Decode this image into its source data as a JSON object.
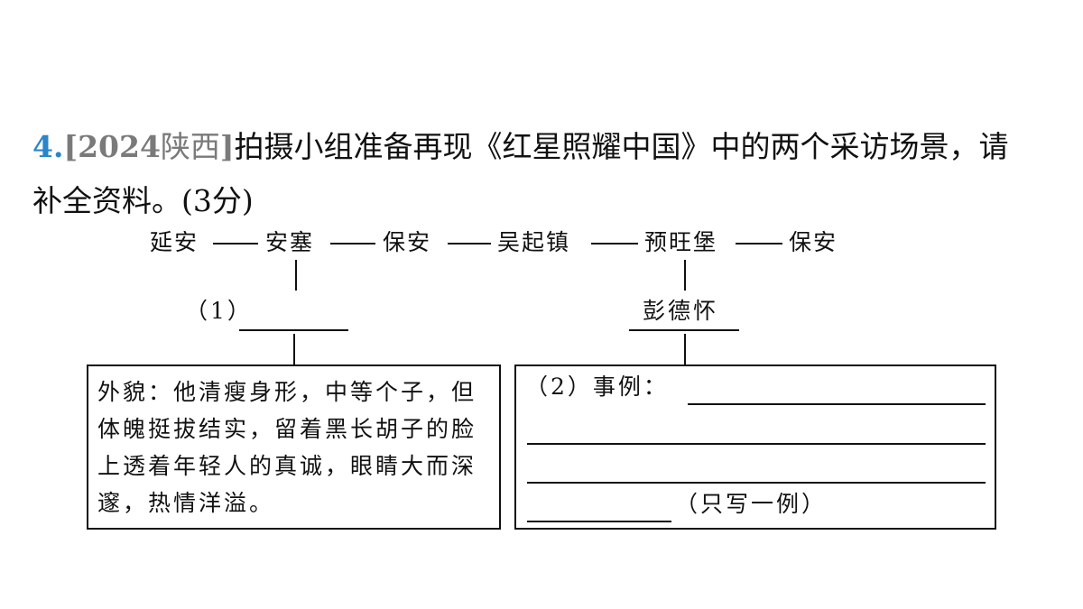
{
  "question": {
    "number": "4.",
    "source_open": "[2024",
    "source_region": "陕西",
    "source_close": "]",
    "line1_text": "拍摄小组准备再现《红星照耀中国》中的两个采访场景，请",
    "line2_text": "补全资料。",
    "score": "(3分)"
  },
  "route": {
    "stops": [
      "延安",
      "安塞",
      "保安",
      "吴起镇",
      "预旺堡",
      "保安"
    ]
  },
  "left_branch": {
    "label": "（1）"
  },
  "right_branch": {
    "name": "彭德怀"
  },
  "left_box": {
    "text": "外貌：他清瘦身形，中等个子，但体魄挺拔结实，留着黑长胡子的脸上透着年轻人的真诚，眼睛大而深邃，热情洋溢。"
  },
  "right_box": {
    "example_label": "（2）事例：",
    "note": "（只写一例）"
  }
}
